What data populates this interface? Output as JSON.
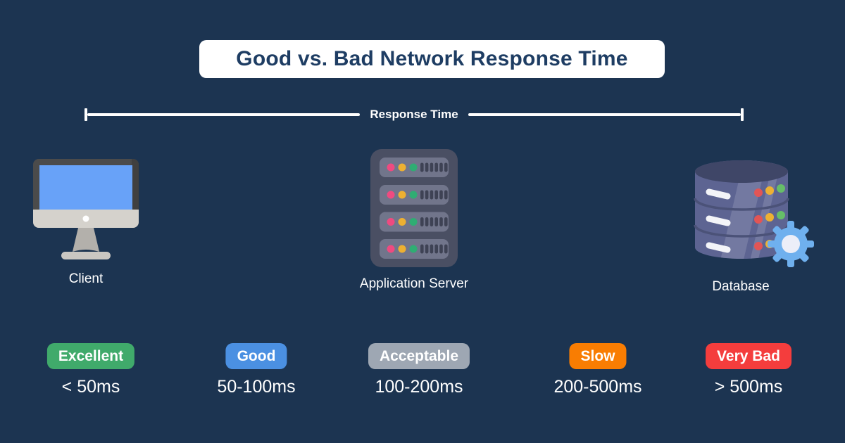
{
  "theme": {
    "background": "#1c3451",
    "title_text_color": "#1e3d63",
    "text_color": "#ffffff"
  },
  "title": "Good vs. Bad Network Response Time",
  "measure": {
    "label": "Response Time"
  },
  "nodes": [
    {
      "id": "client",
      "label": "Client",
      "icon": "desktop-computer-icon"
    },
    {
      "id": "application-server",
      "label": "Application Server",
      "icon": "server-rack-icon"
    },
    {
      "id": "database",
      "label": "Database",
      "icon": "database-gear-icon"
    }
  ],
  "ratings": [
    {
      "label": "Excellent",
      "range": "< 50ms",
      "color": "#40aa6b"
    },
    {
      "label": "Good",
      "range": "50-100ms",
      "color": "#4b90e2"
    },
    {
      "label": "Acceptable",
      "range": "100-200ms",
      "color": "#9ea7b3"
    },
    {
      "label": "Slow",
      "range": "200-500ms",
      "color": "#f97d02"
    },
    {
      "label": "Very Bad",
      "range": "> 500ms",
      "color": "#f43d3d"
    }
  ]
}
